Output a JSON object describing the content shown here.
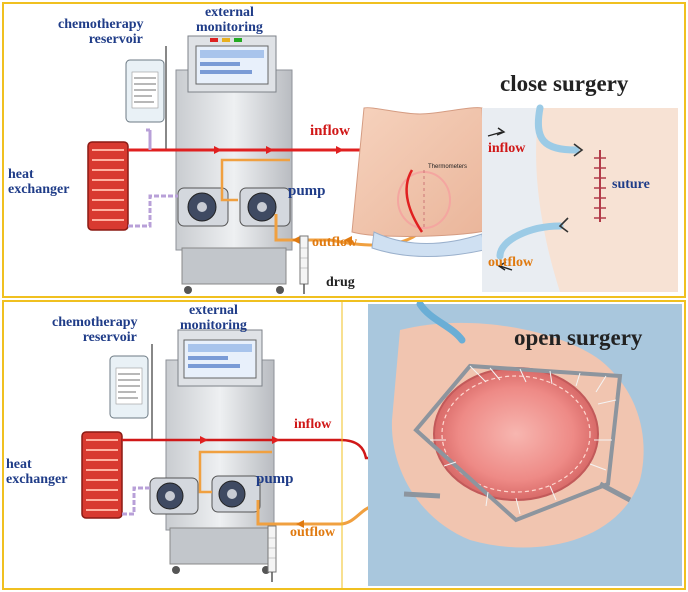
{
  "top": {
    "chemotherapy_reservoir": [
      "chemotherapy",
      "reservoir"
    ],
    "external_monitoring": [
      "external",
      "monitoring"
    ],
    "heat_exchanger": [
      "heat",
      "exchanger"
    ],
    "inflow": "inflow",
    "pump": "pump",
    "outflow": "outflow",
    "drug": "drug",
    "thermometers": "Thermometers",
    "inset_title": "close surgery",
    "inset_inflow": "inflow",
    "inset_suture": "suture",
    "inset_outflow": "outflow"
  },
  "bottom": {
    "chemotherapy_reservoir": [
      "chemotherapy",
      "reservoir"
    ],
    "external_monitoring": [
      "external",
      "monitoring"
    ],
    "heat_exchanger": [
      "heat",
      "exchanger"
    ],
    "inflow": "inflow",
    "pump": "pump",
    "outflow": "outflow",
    "inset_title": "open surgery"
  },
  "colors": {
    "frame": "#f0c020",
    "inflow": "#d01818",
    "outflow": "#e07a10",
    "label_blue": "#1f3c88",
    "return_line": "#b8a0d8"
  }
}
